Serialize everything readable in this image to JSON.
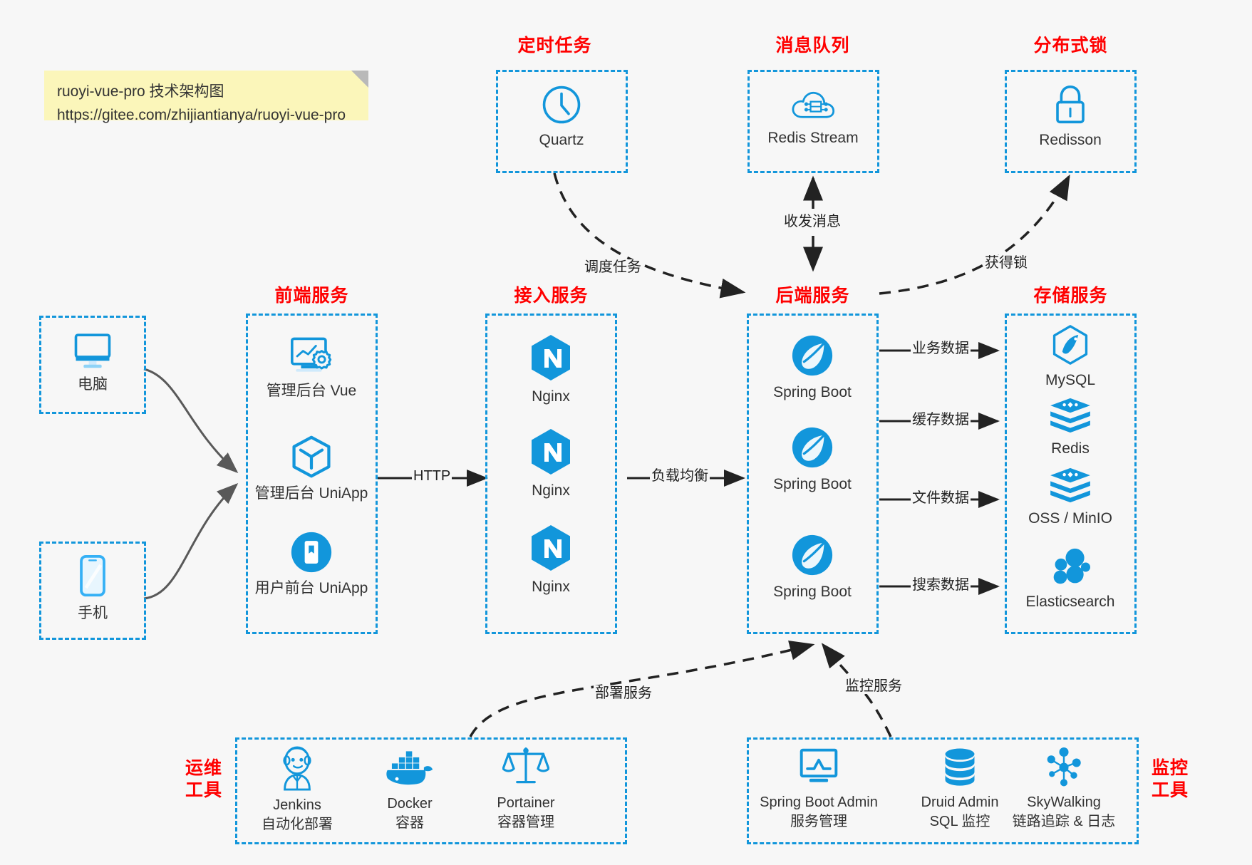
{
  "note": {
    "line1": "ruoyi-vue-pro 技术架构图",
    "line2": "https://gitee.com/zhijiantianya/ruoyi-vue-pro"
  },
  "colors": {
    "accent_blue": "#1296db",
    "group_title_red": "#ff0000",
    "background": "#f7f7f7",
    "edge_gray": "#595959",
    "edge_black": "#222222"
  },
  "groups": {
    "scheduled_task": "定时任务",
    "message_queue": "消息队列",
    "distributed_lock": "分布式锁",
    "frontend_service": "前端服务",
    "access_service": "接入服务",
    "backend_service": "后端服务",
    "storage_service": "存储服务",
    "ops_tools_line1": "运维",
    "ops_tools_line2": "工具",
    "monitor_tools_line1": "监控",
    "monitor_tools_line2": "工具"
  },
  "nodes": {
    "quartz": "Quartz",
    "redis_stream": "Redis Stream",
    "redisson": "Redisson",
    "computer": "电脑",
    "phone": "手机",
    "admin_vue": "管理后台 Vue",
    "admin_uniapp": "管理后台 UniApp",
    "user_uniapp": "用户前台 UniApp",
    "nginx1": "Nginx",
    "nginx2": "Nginx",
    "nginx3": "Nginx",
    "springboot1": "Spring Boot",
    "springboot2": "Spring Boot",
    "springboot3": "Spring Boot",
    "mysql": "MySQL",
    "redis": "Redis",
    "oss_minio": "OSS / MinIO",
    "elasticsearch": "Elasticsearch",
    "jenkins_name": "Jenkins",
    "jenkins_desc": "自动化部署",
    "docker_name": "Docker",
    "docker_desc": "容器",
    "portainer_name": "Portainer",
    "portainer_desc": "容器管理",
    "sba_name": "Spring Boot Admin",
    "sba_desc": "服务管理",
    "druid_name": "Druid Admin",
    "druid_desc": "SQL 监控",
    "skywalking_name": "SkyWalking",
    "skywalking_desc": "链路追踪 & 日志"
  },
  "edges": {
    "http": "HTTP",
    "load_balance": "负载均衡",
    "schedule_task": "调度任务",
    "send_receive_message": "收发消息",
    "acquire_lock": "获得锁",
    "business_data": "业务数据",
    "cache_data": "缓存数据",
    "file_data": "文件数据",
    "search_data": "搜索数据",
    "deploy_service": "部署服务",
    "monitor_service": "监控服务"
  }
}
